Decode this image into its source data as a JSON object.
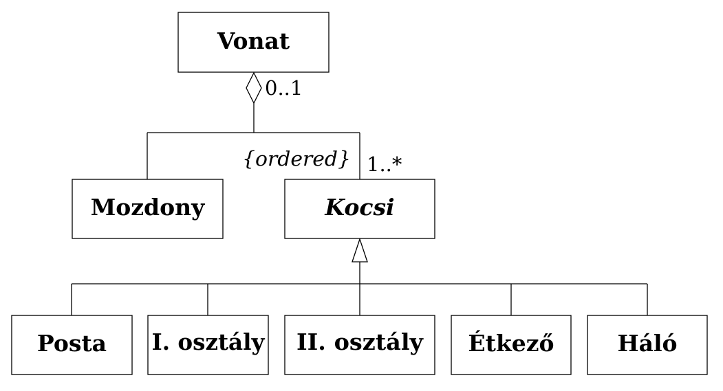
{
  "classes": {
    "vonat": "Vonat",
    "mozdony": "Mozdony",
    "kocsi": "Kocsi",
    "posta": "Posta",
    "elso_osztaly": "I. osztály",
    "masodik_osztaly": "II. osztály",
    "etkezo": "Étkező",
    "halo": "Háló"
  },
  "associations": {
    "vonat_multiplicity": "0..1",
    "kocsi_multiplicity": "1..*",
    "ordered_constraint": "{ordered}"
  },
  "icons": {
    "aggregation": "hollow-diamond-icon",
    "generalization": "hollow-triangle-arrow-icon"
  }
}
